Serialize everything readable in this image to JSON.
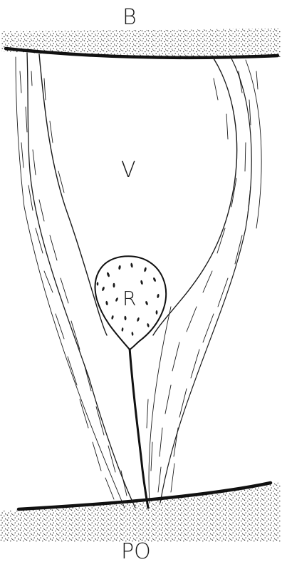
{
  "labels": {
    "top_layer": "B",
    "cavity": "V",
    "cell": "R",
    "bottom_layer": "PO"
  },
  "colors": {
    "ink": "#111111",
    "paper": "#ffffff",
    "stipple": "#2a2a2a"
  }
}
